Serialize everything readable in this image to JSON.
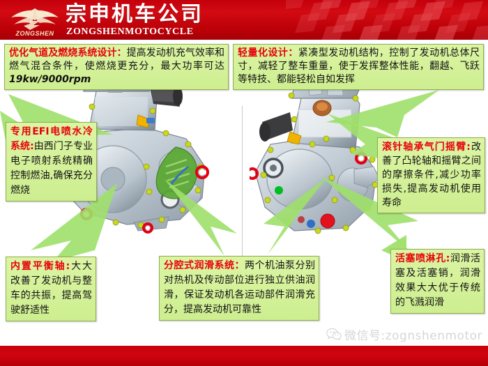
{
  "header": {
    "company_cn": "宗申机车公司",
    "company_en": "ZONGSHENMOTOCYCLE",
    "logo_word": "ZONGSHEN",
    "bg_color": "#c6000d",
    "text_color": "#ffffff"
  },
  "callouts": {
    "intake": {
      "title": "优化气道及燃烧系统设计：",
      "body": "提高发动机充气效率和燃气混合条件，使燃烧更充分，最大功率可达",
      "emphasis": "19kw/9000rpm"
    },
    "lightweight": {
      "title": "轻量化设计：",
      "body": "紧凑型发动机结构，控制了发动机总体尺寸，减轻了整车重量，使于发挥整体性能，翻越、飞跃等特技、都能轻松自如发挥"
    },
    "efi": {
      "title": "专用EFI电喷水冷系统:",
      "body": "由西门子专业电子喷射系统精确控制燃油,确保充分燃烧"
    },
    "rocker": {
      "title": "滚针轴承气门摇臂:",
      "body": "改善了凸轮轴和摇臂之间的摩擦条件,减少功率损失,提高发动机使用寿命"
    },
    "balance_shaft": {
      "title": "内置平衡轴:",
      "body": "大大改善了发动机与整车的共振，提高驾驶舒适性"
    },
    "lubrication": {
      "title": "分腔式润滑系统：",
      "body": "两个机油泵分别对热机及传动部位进行独立供油润滑，保证发动机各运动部件润滑充分，提高发动机可靠性"
    },
    "piston_jet": {
      "title": "活塞喷淋孔:",
      "body": "润滑活塞及活塞销，润滑效果大大优于传统的飞溅润滑"
    }
  },
  "watermark": {
    "text": "微信号:zognshenmotor",
    "icon": "wechat-icon",
    "color": "#d6d6d6"
  },
  "theme": {
    "callout_bg": "#d6f29b",
    "callout_border": "#8fae4c",
    "callout_title": "#e8000a",
    "pointer_green": "#9ee06a",
    "marker_red": "#e40010",
    "marker_yellow": "#c8d41e",
    "engine_gray": "#b8c2cb"
  }
}
